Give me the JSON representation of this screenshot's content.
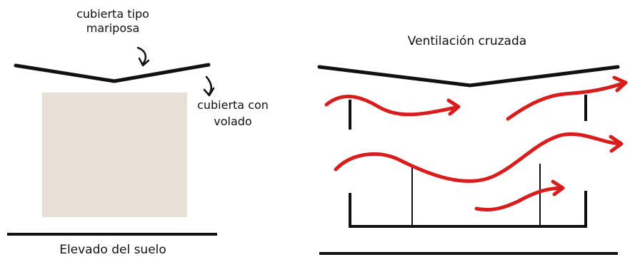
{
  "left": {
    "roof_label_line1": "cubierta tipo",
    "roof_label_line2": "mariposa",
    "overhang_label_line1": "cubierta con",
    "overhang_label_line2": "volado",
    "ground_label": "Elevado del suelo",
    "block_color": "#e6e0d6"
  },
  "right": {
    "title": "Ventilación cruzada",
    "airflow_color": "#d81d1d"
  },
  "colors": {
    "line": "#111111"
  }
}
